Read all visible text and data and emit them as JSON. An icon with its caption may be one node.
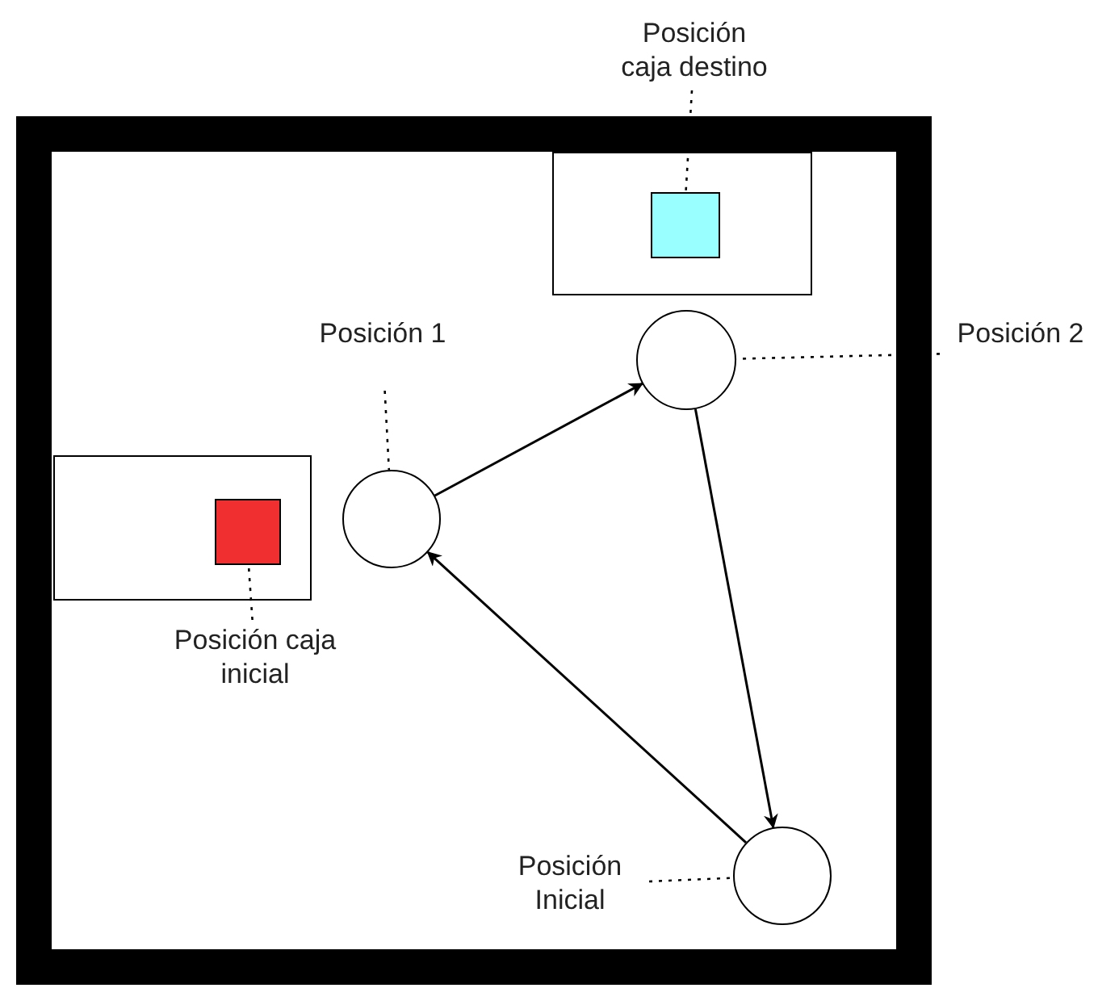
{
  "diagram": {
    "nodes": [
      {
        "text": [
          "Posición caja destino"
        ]
      },
      {
        "text": [],
        "shape": "box"
      },
      {
        "text": [],
        "shape": "box",
        "in": 1
      },
      {
        "text": [
          "Posición 1"
        ]
      },
      {
        "text": [],
        "shape": "circle"
      },
      {
        "text": [
          "Posición 2"
        ]
      },
      {
        "text": [],
        "shape": "box"
      },
      {
        "text": [],
        "shape": "box",
        "in": 6
      },
      {
        "text": [],
        "shape": "circle"
      },
      {
        "text": [
          "Posición caja inicial"
        ]
      },
      {
        "text": [
          "Posición Inicial"
        ]
      },
      {
        "text": [],
        "shape": "circle"
      }
    ],
    "edges": [
      {
        "from": 0,
        "to": 2,
        "arrow": "none",
        "style": "dashed"
      },
      {
        "from": 3,
        "to": 8,
        "arrow": "none",
        "style": "dashed"
      },
      {
        "from": 5,
        "to": 4,
        "arrow": "none",
        "style": "dashed"
      },
      {
        "from": 9,
        "to": 7,
        "arrow": "none",
        "style": "dashed"
      },
      {
        "from": 10,
        "to": 11,
        "arrow": "none",
        "style": "dashed"
      },
      {
        "from": 8,
        "to": 4,
        "arrow": "to"
      },
      {
        "from": 4,
        "to": 11,
        "arrow": "to"
      },
      {
        "from": 11,
        "to": 8,
        "arrow": "to"
      }
    ]
  }
}
